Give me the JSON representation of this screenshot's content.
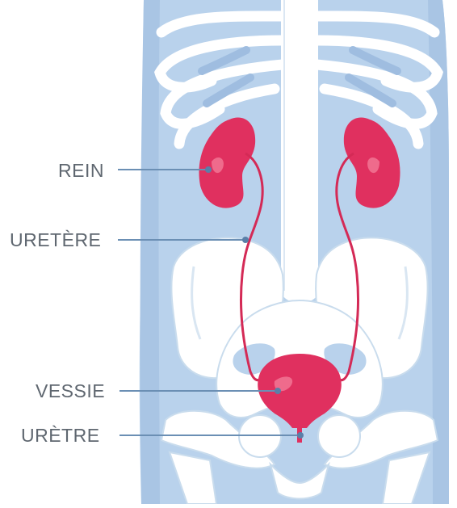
{
  "labels": {
    "kidney": "REIN",
    "ureter": "URETÈRE",
    "bladder": "VESSIE",
    "urethra": "URÈTRE"
  },
  "colors": {
    "body": "#b9d2ec",
    "body_shadow": "#a6c3e2",
    "bone": "#ffffff",
    "bone_outline": "#c9dced",
    "organ": "#e0305f",
    "organ_highlight": "#ef6b8c",
    "leader_line": "#6b8fb4",
    "text": "#5f6770"
  }
}
